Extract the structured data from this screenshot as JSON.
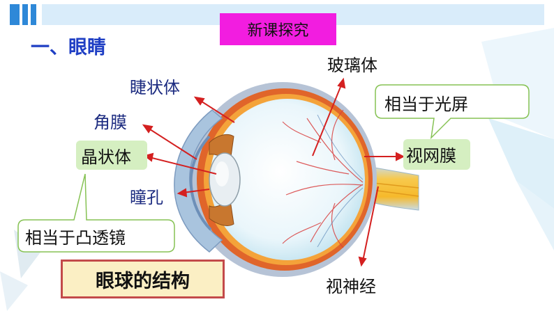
{
  "banner": {
    "label": "新课探究"
  },
  "section": {
    "heading": "一、眼睛"
  },
  "labels": {
    "ciliary_body": "睫状体",
    "cornea": "角膜",
    "lens": "晶状体",
    "pupil": "瞳孔",
    "vitreous": "玻璃体",
    "retina": "视网膜",
    "optic_nerve": "视神经"
  },
  "callouts": {
    "screen": "相当于光屏",
    "convex_lens": "相当于凸透镜"
  },
  "caption": "眼球的结构",
  "colors": {
    "accent_blue": "#2e88d8",
    "banner_magenta": "#f21de0",
    "label_green": "#d5efc1",
    "arrow_red": "#d42020",
    "caption_border": "#c34a4a"
  }
}
